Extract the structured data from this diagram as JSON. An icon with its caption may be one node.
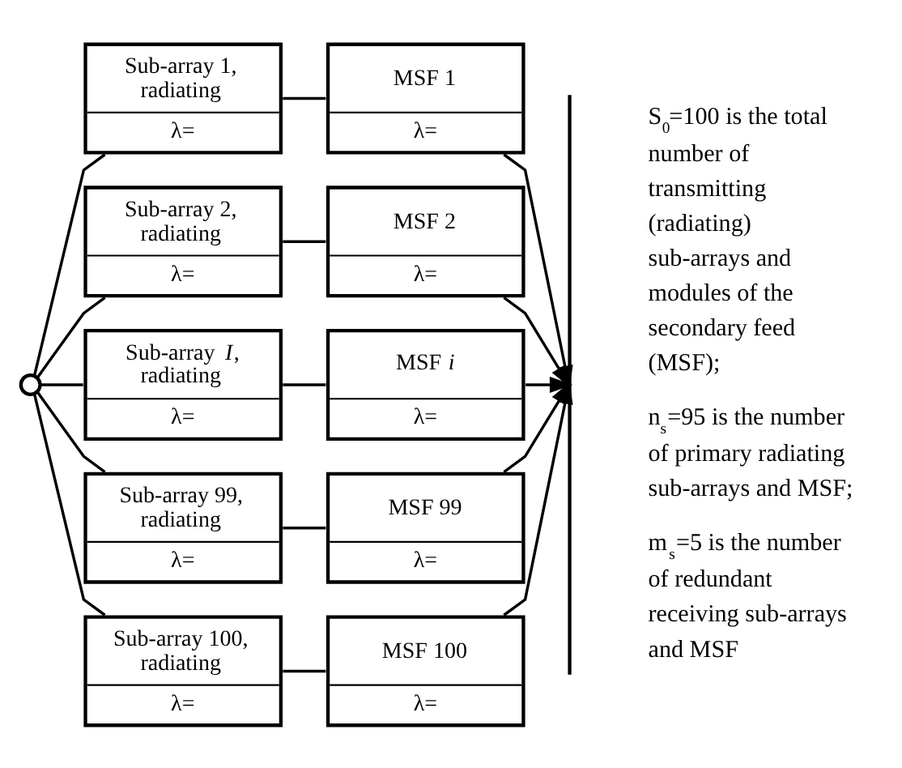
{
  "diagram": {
    "nodes": [
      {
        "text": [],
        "shape": "circle"
      },
      {
        "text": [
          "Sub-array 1, radiating",
          "λ="
        ]
      },
      {
        "text": [
          "MSF 1",
          "λ="
        ]
      },
      {
        "text": [
          "Sub-array 2, radiating",
          "λ="
        ]
      },
      {
        "text": [
          "MSF 2",
          "λ="
        ]
      },
      {
        "text": [
          "Sub-array *I*, radiating",
          "λ="
        ]
      },
      {
        "text": [
          "MSF *i*",
          "λ="
        ]
      },
      {
        "text": [
          "Sub-array 99, radiating",
          "λ="
        ]
      },
      {
        "text": [
          "MSF 99",
          "λ="
        ]
      },
      {
        "text": [
          "Sub-array 100, radiating",
          "λ="
        ]
      },
      {
        "text": [
          "MSF 100",
          "λ="
        ]
      },
      {
        "text": [],
        "shape": "bar"
      }
    ],
    "edges": [
      {
        "from": 0,
        "to": 1,
        "arrow": "none"
      },
      {
        "from": 1,
        "to": 2,
        "arrow": "none"
      },
      {
        "from": 2,
        "to": 11,
        "arrow": "to"
      },
      {
        "from": 0,
        "to": 3,
        "arrow": "none"
      },
      {
        "from": 3,
        "to": 4,
        "arrow": "none"
      },
      {
        "from": 4,
        "to": 11,
        "arrow": "to"
      },
      {
        "from": 0,
        "to": 5,
        "arrow": "none"
      },
      {
        "from": 5,
        "to": 6,
        "arrow": "none"
      },
      {
        "from": 6,
        "to": 11,
        "arrow": "to"
      },
      {
        "from": 0,
        "to": 7,
        "arrow": "none"
      },
      {
        "from": 7,
        "to": 8,
        "arrow": "none"
      },
      {
        "from": 8,
        "to": 11,
        "arrow": "to"
      },
      {
        "from": 0,
        "to": 9,
        "arrow": "none"
      },
      {
        "from": 9,
        "to": 10,
        "arrow": "none"
      },
      {
        "from": 10,
        "to": 11,
        "arrow": "to"
      }
    ],
    "labels": [
      "S$_{0}$=100 is the total number of transmitting (radiating) sub-arrays and modules of the secondary feed (MSF);",
      "n$_{s}$=95 is the number of primary radiating sub-arrays and MSF;",
      "m$_{s}$=5 is the number of redundant receiving sub-arrays and MSF"
    ]
  }
}
